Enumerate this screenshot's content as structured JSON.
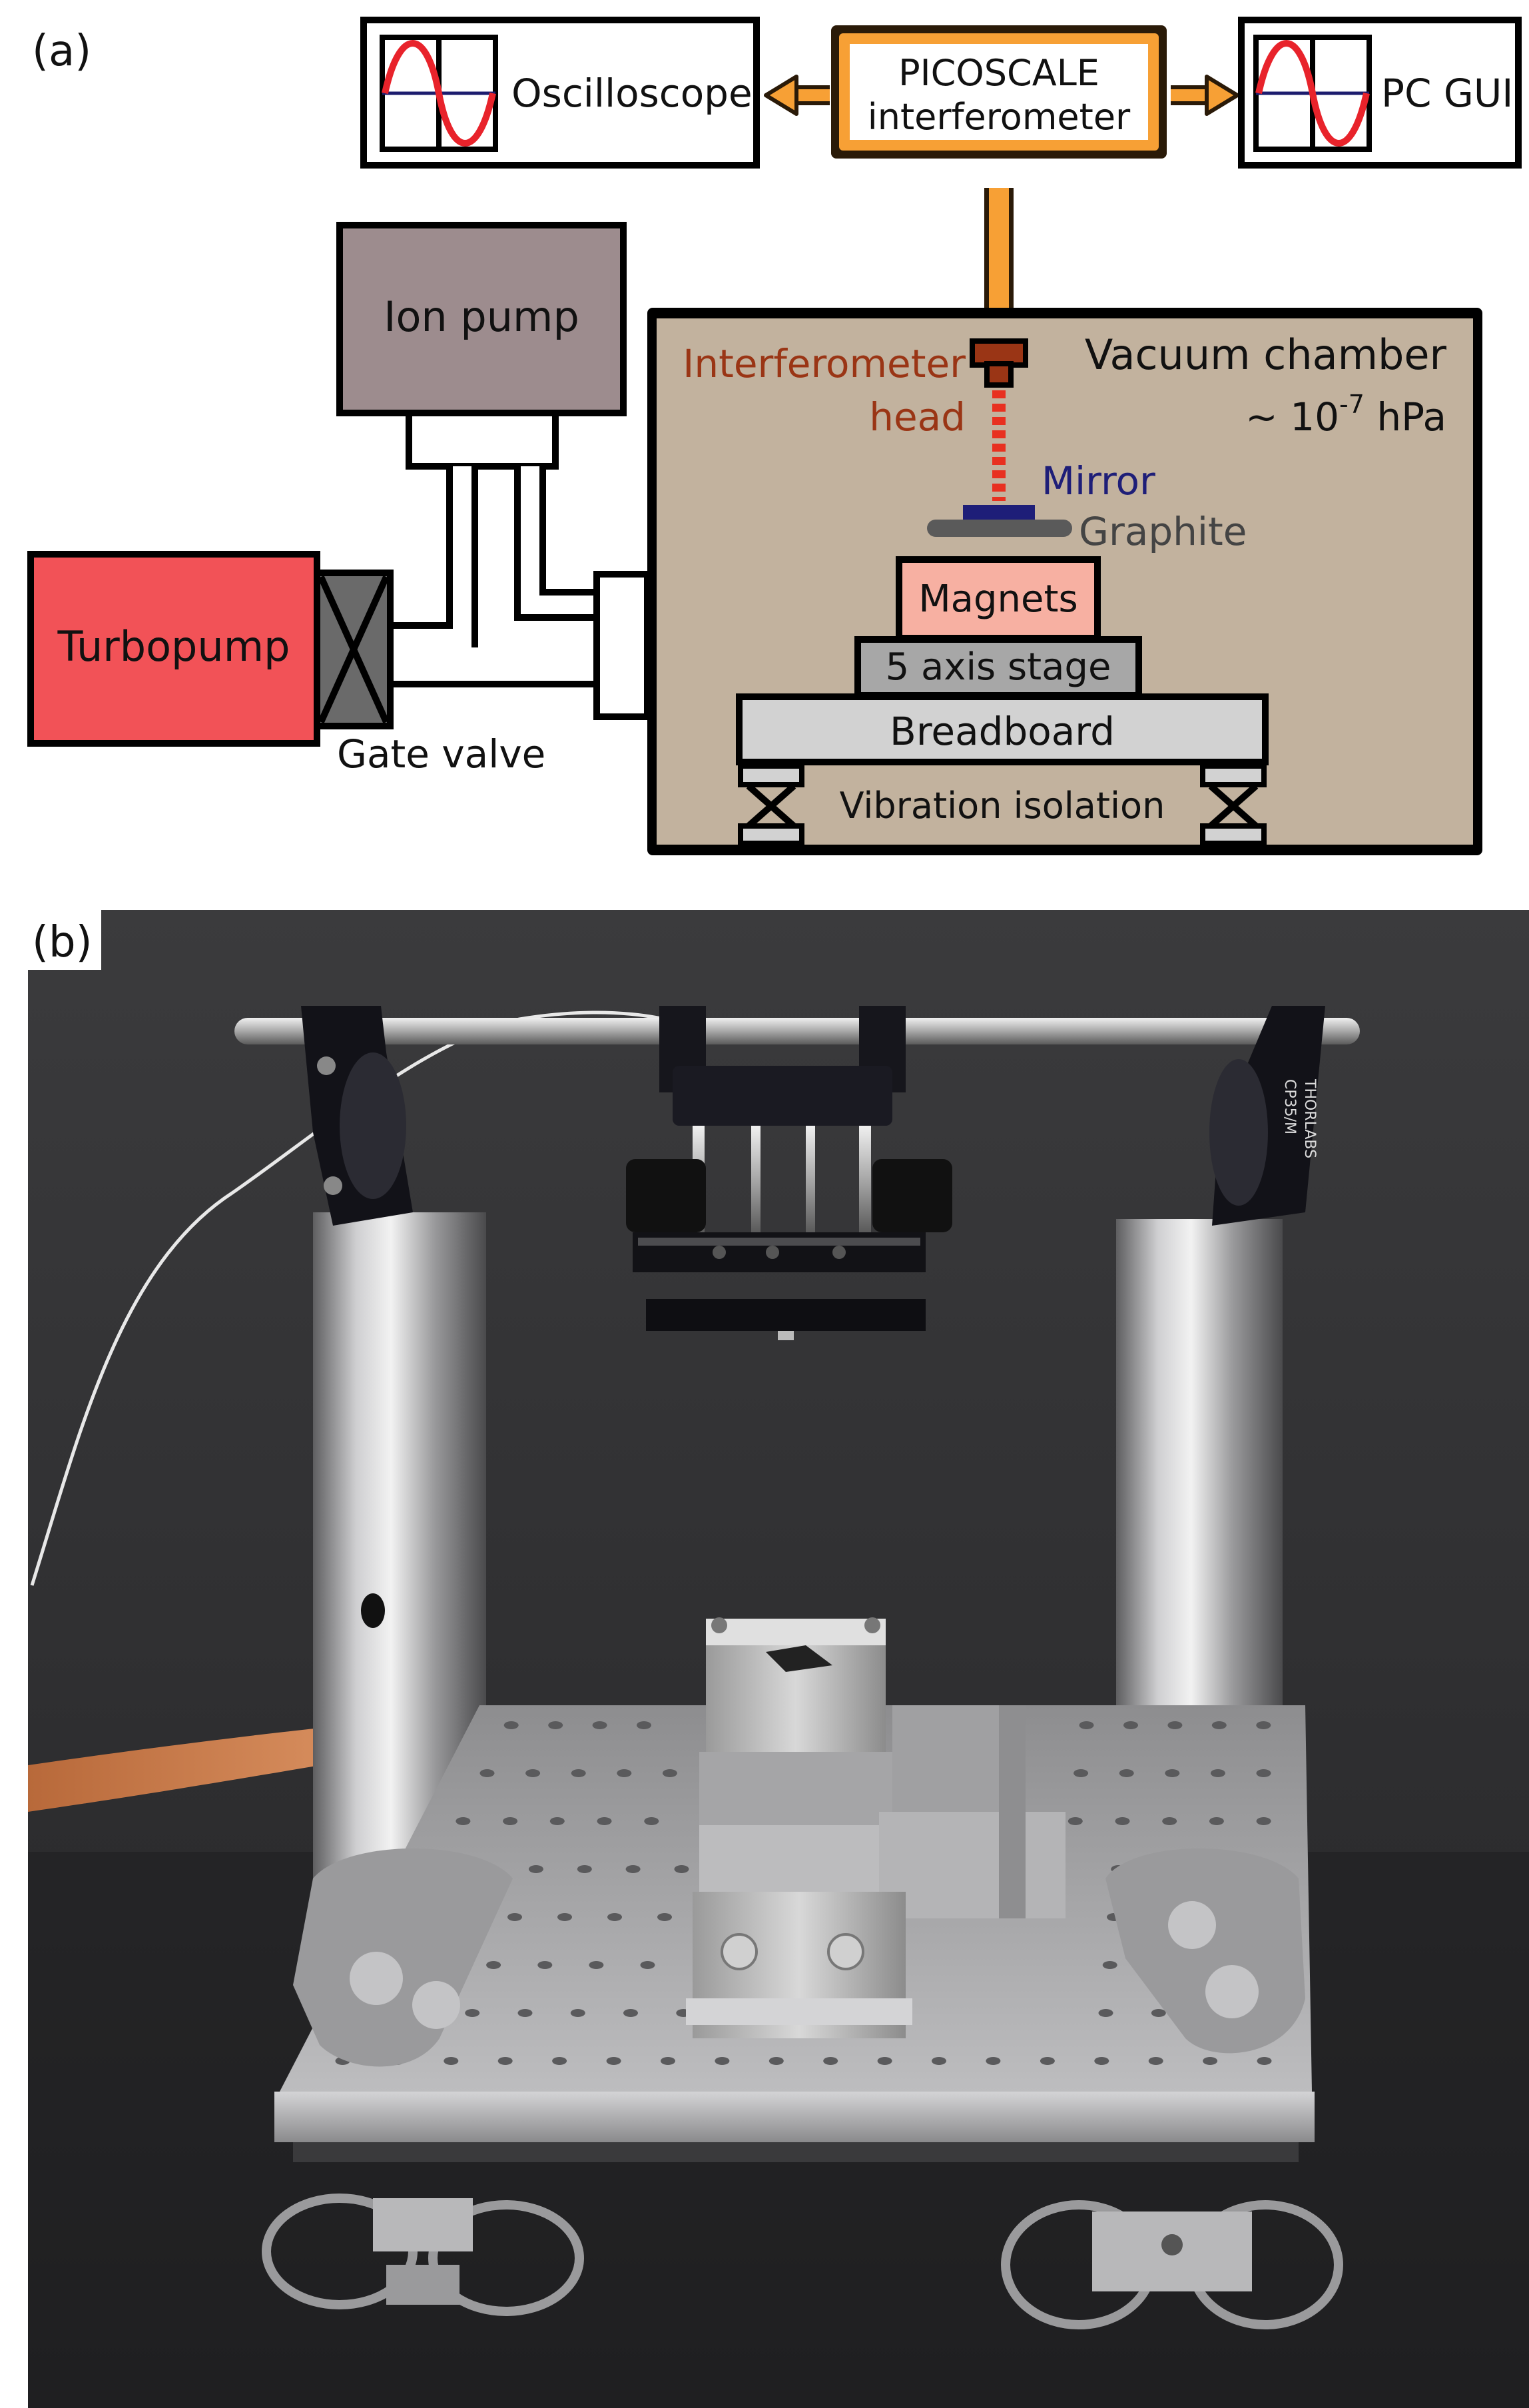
{
  "panel_a": {
    "label": "(a)",
    "oscilloscope": {
      "label": "Oscilloscope"
    },
    "picoscale": {
      "line1": "PICOSCALE",
      "line2": "interferometer"
    },
    "pc_gui": {
      "label": "PC GUI"
    },
    "ion_pump": {
      "label": "Ion pump"
    },
    "turbopump": {
      "label": "Turbopump"
    },
    "gate_valve": {
      "label": "Gate valve"
    },
    "chamber": {
      "title": "Vacuum chamber",
      "pressure_prefix": "~ 10",
      "pressure_exponent": "-7",
      "pressure_unit": " hPa"
    },
    "interferometer_head": {
      "line1": "Interferometer",
      "line2": "head"
    },
    "mirror": {
      "label": "Mirror"
    },
    "graphite": {
      "label": "Graphite"
    },
    "magnets": {
      "label": "Magnets"
    },
    "stage": {
      "label": "5 axis stage"
    },
    "breadboard": {
      "label": "Breadboard"
    },
    "vibration": {
      "label": "Vibration isolation"
    }
  },
  "panel_b": {
    "label": "(b)",
    "mount_engraving_1": "THORLABS",
    "mount_engraving_2": "CP35/M"
  },
  "colors": {
    "picoscale_orange": "#f7a035",
    "turbopump_red": "#f25257",
    "ion_pump_mauve": "#9d8c8e",
    "chamber_tan": "#c2b29e",
    "interferometer_brown": "#9a3515",
    "beam_red": "#e83020",
    "mirror_navy": "#1e1e78",
    "graphite_grey": "#5a5a5a",
    "magnets_pink": "#f7b0a2",
    "stage_grey": "#a7a7a7",
    "breadboard_grey": "#d2d2d2",
    "sine_red": "#e8232b",
    "axis_navy": "#1c1c6e"
  },
  "icons": {
    "oscilloscope_screen": "sine-wave-icon",
    "pc_gui_screen": "sine-wave-icon",
    "gate_valve": "valve-x-icon"
  }
}
